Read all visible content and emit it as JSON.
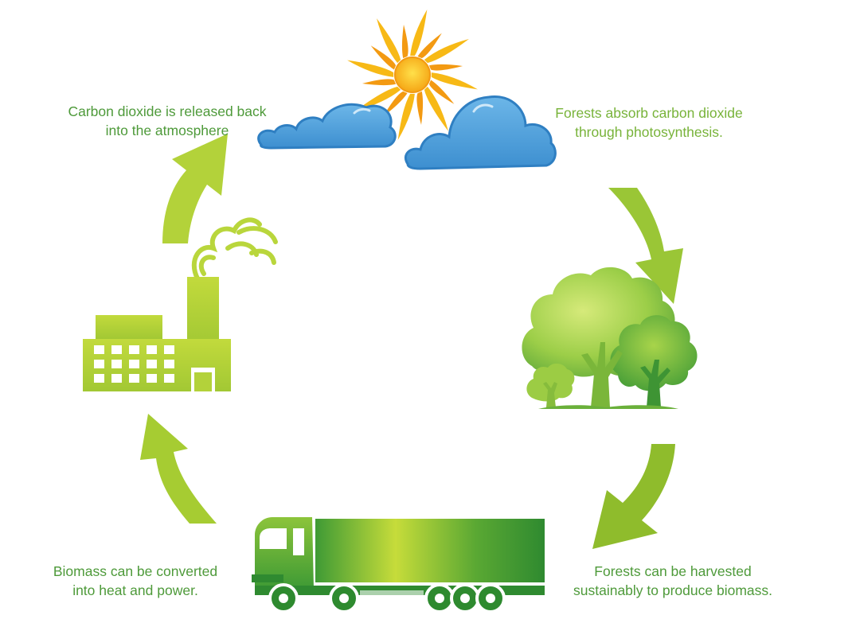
{
  "colors": {
    "text_dark_green": "#4e9a3a",
    "text_light_green": "#78b33a",
    "arrow_green": "#a6cc32",
    "arrow_dark": "#8fbc2c",
    "sun_yellow": "#f7b916",
    "sun_orange": "#f39a12",
    "cloud_blue": "#4e9fd8",
    "cloud_stroke": "#2f7fc2",
    "factory_green": "#b3d23a",
    "truck_dark": "#3e9a35",
    "truck_light": "#c6dc3a",
    "tree_green": "#8bc43f"
  },
  "captions": {
    "released": {
      "line1": "Carbon dioxide is released back",
      "line2": "into the atmosphere"
    },
    "absorb": {
      "line1": "Forests absorb carbon dioxide",
      "line2": "through photosynthesis."
    },
    "harvested": {
      "line1": "Forests can be harvested",
      "line2": "sustainably to produce biomass."
    },
    "biomass": {
      "line1": "Biomass can be converted",
      "line2": "into heat and power."
    }
  },
  "icons": [
    "sun-icon",
    "cloud-icon",
    "tree-icon",
    "truck-icon",
    "factory-icon",
    "smoke-icon",
    "arrow-icon"
  ]
}
